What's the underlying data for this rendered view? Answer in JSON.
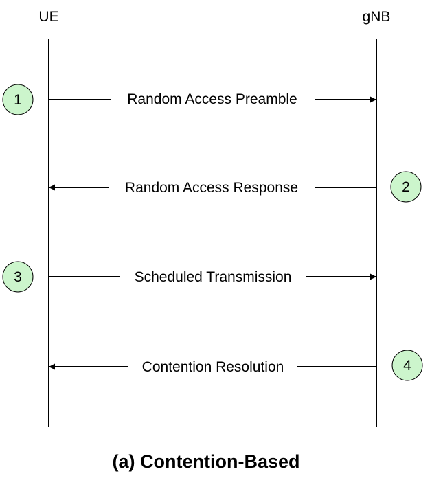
{
  "entities": {
    "ue": "UE",
    "gnb": "gNB"
  },
  "messages": [
    {
      "step": "1",
      "label": "Random Access Preamble",
      "direction": "UE to gNB"
    },
    {
      "step": "2",
      "label": "Random Access Response",
      "direction": "gNB to UE"
    },
    {
      "step": "3",
      "label": "Scheduled Transmission",
      "direction": "UE to gNB"
    },
    {
      "step": "4",
      "label": "Contention Resolution",
      "direction": "gNB to UE"
    }
  ],
  "caption": "(a) Contention-Based",
  "colors": {
    "step_circle_fill": "#ccf5cc",
    "line": "#000000"
  }
}
